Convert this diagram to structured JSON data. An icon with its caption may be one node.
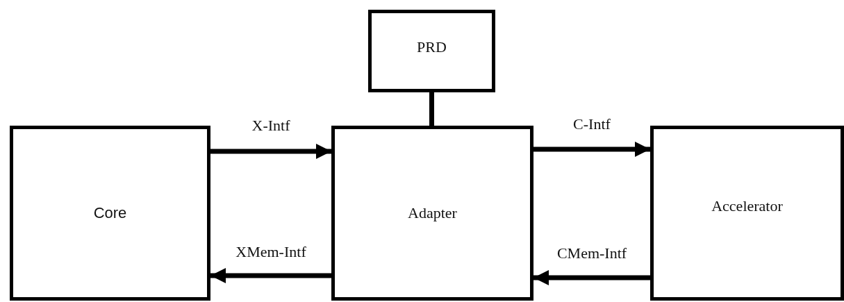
{
  "diagram": {
    "nodes": [
      {
        "text": [
          "PRD"
        ]
      },
      {
        "text": [
          "Core"
        ]
      },
      {
        "text": [
          "Adapter"
        ]
      },
      {
        "text": [
          "Accelerator"
        ]
      }
    ],
    "edges": [
      {
        "from": 0,
        "to": 2,
        "arrow": "none"
      },
      {
        "from": 1,
        "to": 2,
        "arrow": "to",
        "label": "X-Intf"
      },
      {
        "from": 2,
        "to": 1,
        "arrow": "to",
        "label": "XMem-Intf"
      },
      {
        "from": 2,
        "to": 3,
        "arrow": "to",
        "label": "C-Intf"
      },
      {
        "from": 3,
        "to": 2,
        "arrow": "to",
        "label": "CMem-Intf"
      }
    ]
  }
}
